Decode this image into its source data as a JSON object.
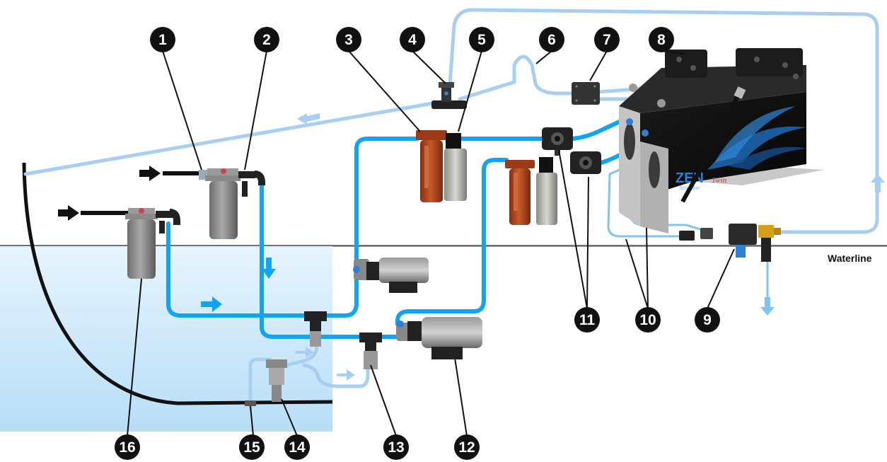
{
  "labels": {
    "waterline": "Waterline",
    "callouts": [
      "1",
      "2",
      "3",
      "4",
      "5",
      "6",
      "7",
      "8",
      "9",
      "10",
      "11",
      "12",
      "13",
      "14",
      "15",
      "16"
    ]
  },
  "product": {
    "brand": "ZEN",
    "model": "Twin",
    "maker": "Schenker"
  },
  "colors": {
    "sea": "#bfe4fa",
    "pipe_main": "#12a3f2",
    "pipe_light": "#a9cff0",
    "hull": "#111111",
    "filter_housing_red": "#b8481f",
    "callout": "#111111"
  }
}
